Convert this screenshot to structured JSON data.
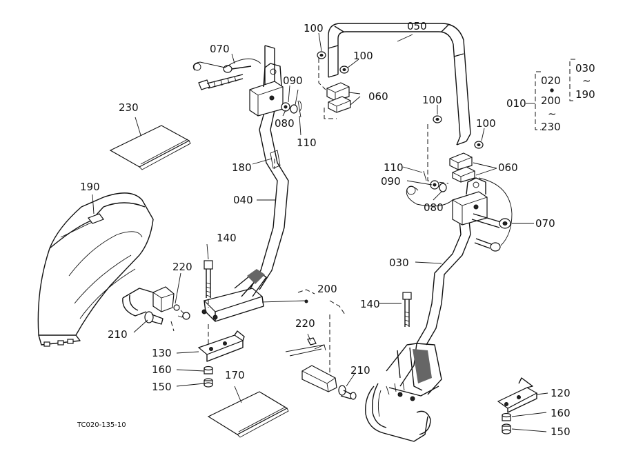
{
  "figure_code": "TC020-135-10",
  "callouts": {
    "c050": "050",
    "c100_a": "100",
    "c100_b": "100",
    "c100_c": "100",
    "c100_d": "100",
    "c070_a": "070",
    "c070_b": "070",
    "c090_a": "090",
    "c090_b": "090",
    "c060_a": "060",
    "c060_b": "060",
    "c080_a": "080",
    "c080_b": "080",
    "c110_a": "110",
    "c110_b": "110",
    "c230": "230",
    "c180": "180",
    "c040": "040",
    "c190": "190",
    "c140_a": "140",
    "c140_b": "140",
    "c220_a": "220",
    "c220_b": "220",
    "c210_a": "210",
    "c210_b": "210",
    "c200": "200",
    "c130": "130",
    "c160_a": "160",
    "c160_b": "160",
    "c150_a": "150",
    "c150_b": "150",
    "c170": "170",
    "c030": "030",
    "c120": "120"
  },
  "assembly_key": {
    "main": "010",
    "group_top": "020",
    "group_mid": "200",
    "group_tilde": "~",
    "group_bottom": "230",
    "sub_top": "030",
    "sub_tilde": "~",
    "sub_bottom": "190"
  }
}
